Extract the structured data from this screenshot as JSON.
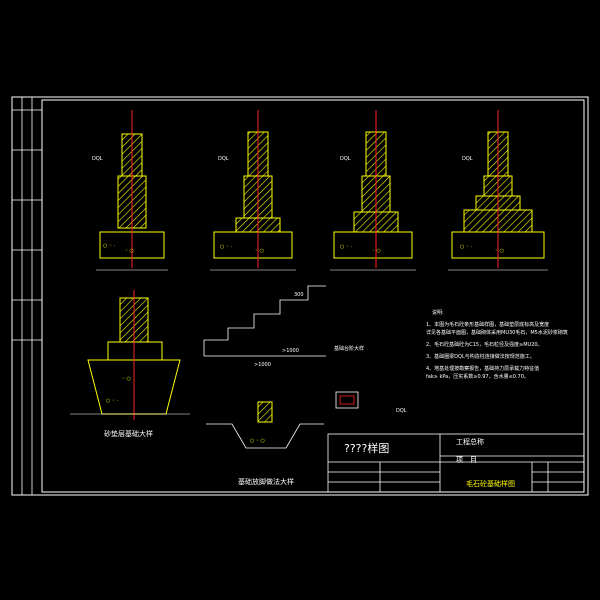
{
  "title_block": {
    "drawing_title": "????样图",
    "project_label": "工程总称",
    "item_label": "项　目",
    "drawing_name": "毛石砼基础样图"
  },
  "labels": {
    "dql": "DQL",
    "section_name_1": "砂垫层基础大样",
    "section_name_2": "基础放脚做法大样",
    "step_detail": "基础台阶大样",
    "dql_section": "DQL",
    "dims_a": "300",
    "dims_b": ">1000",
    "dims_c": ">1000"
  },
  "notes": {
    "heading": "说明:",
    "lines": [
      "1、本图为毛石砼条形基础样图，基础垫层底标高及宽度",
      "   详见各基础平面图，基础砌体采用MU30毛石，M5水泥砂浆砌筑",
      "2、毛石砼基础砼为C15，毛石粒径及强度≥MU20。",
      "3、基础圈梁DQL与构造柱连接做法按规范施工。",
      "4、地基处理按勘察报告，基础持力层承载力特征值",
      "   fak≥  kPa，压实系数≥0.97，含水量≤0.70。"
    ]
  }
}
